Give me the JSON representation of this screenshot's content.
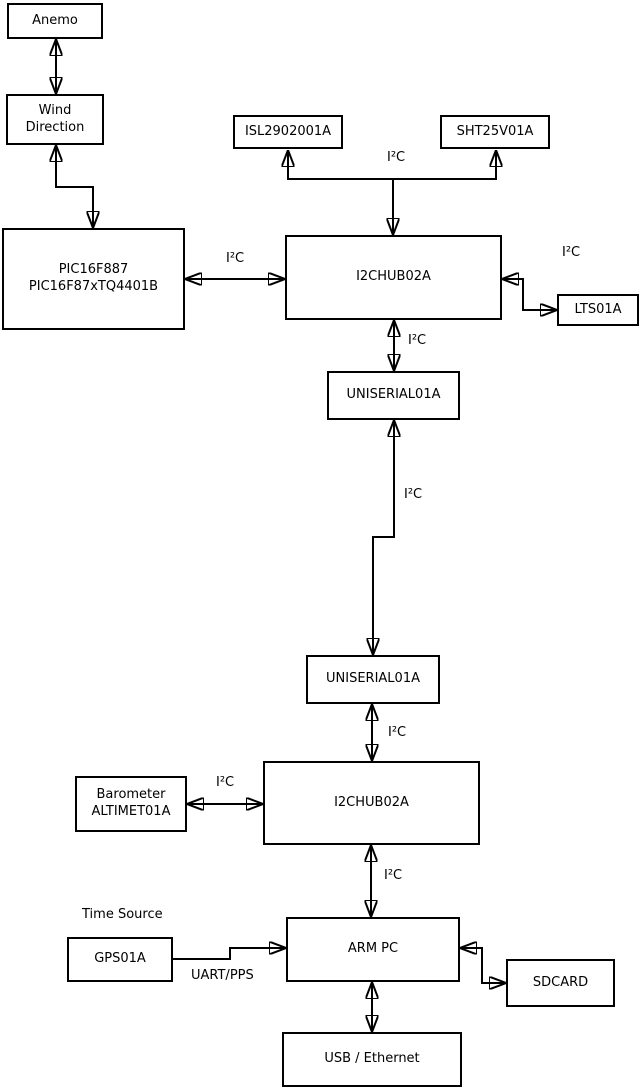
{
  "diagram": {
    "background_color": "#ffffff",
    "line_color": "#000000",
    "box_fill": "#ffffff"
  },
  "nodes": {
    "anemo": {
      "label": "Anemo"
    },
    "wind_direction": {
      "lines": [
        "Wind",
        "Direction"
      ]
    },
    "pic": {
      "lines": [
        "PIC16F887",
        "PIC16F87xTQ4401B"
      ]
    },
    "isl": {
      "label": "ISL2902001A"
    },
    "sht": {
      "label": "SHT25V01A"
    },
    "i2c_hub_top": {
      "label": "I2CHUB02A"
    },
    "lts": {
      "label": "LTS01A"
    },
    "uniserial_top": {
      "label": "UNISERIAL01A"
    },
    "uniserial_bottom": {
      "label": "UNISERIAL01A"
    },
    "i2c_hub_bottom": {
      "label": "I2CHUB02A"
    },
    "barometer": {
      "lines": [
        "Barometer",
        "ALTIMET01A"
      ]
    },
    "arm_pc": {
      "label": "ARM PC"
    },
    "gps": {
      "label": "GPS01A"
    },
    "sdcard": {
      "label": "SDCARD"
    },
    "usb_ethernet": {
      "label": "USB / Ethernet"
    }
  },
  "labels": {
    "time_source": "Time Source",
    "uart_pps": "UART/PPS",
    "i2c_sensors": "I²C",
    "i2c_pic_hub": "I²C",
    "i2c_hub_lts": "I²C",
    "i2c_hub_uniserial": "I²C",
    "i2c_backbone": "I²C",
    "i2c_uniserial_hub": "I²C",
    "i2c_barometer_hub": "I²C",
    "i2c_hub_arm": "I²C"
  }
}
